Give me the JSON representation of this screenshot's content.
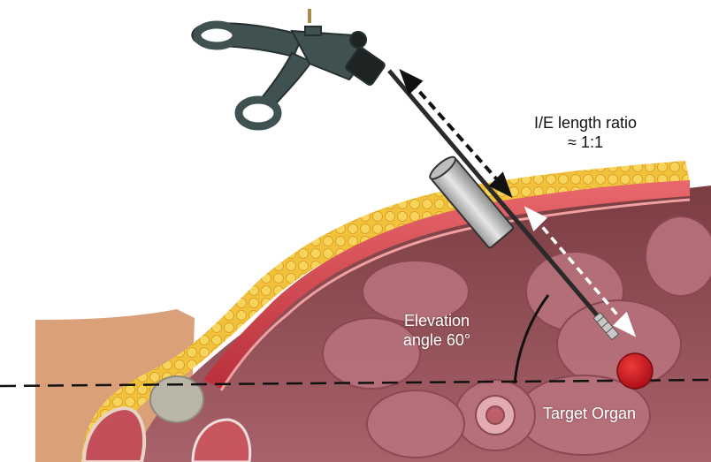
{
  "annotations": {
    "ratio_line1": "I/E length ratio",
    "ratio_line2": "≈ 1:1",
    "elevation_line1": "Elevation",
    "elevation_line2": "angle 60°",
    "target": "Target Organ"
  },
  "icons": [
    "laparoscopic-grasper-icon",
    "trocar-port-icon",
    "target-organ-marker-icon"
  ],
  "colors": {
    "target_marker": "#c8101a",
    "fat": "#f2c23c",
    "muscle": "#d9474d",
    "cavity": "#8a4a4e",
    "dashed_line": "#111111"
  }
}
